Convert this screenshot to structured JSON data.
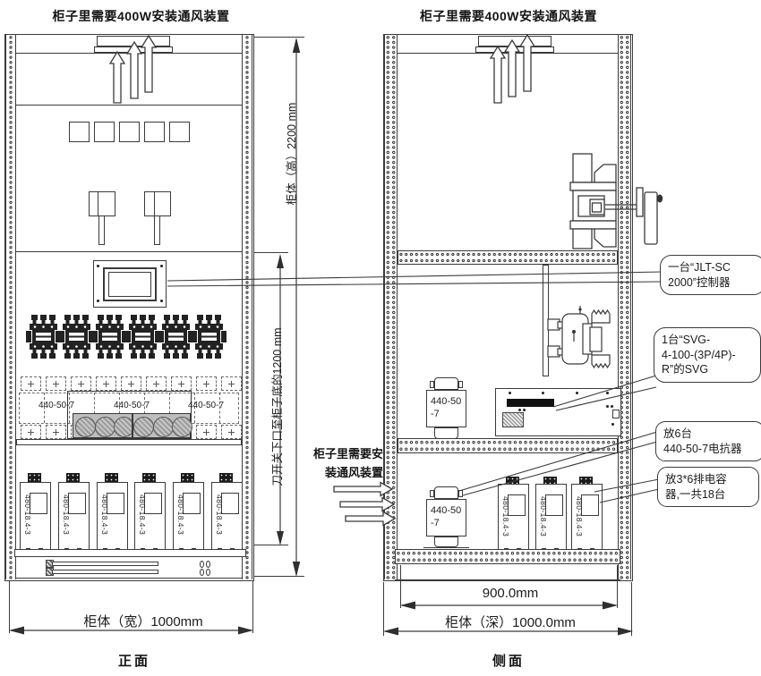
{
  "diagram": {
    "front": {
      "title": "柜子里需要400W安装通风装置",
      "view_label": "正面",
      "width_dim": "柜体（宽）1000mm",
      "height_dim": "柜体（高）2200 mm",
      "knife_switch_dim": "刀开关下口至柜子底的1200 mm",
      "reactor_row_label": "440-50-7",
      "capacitor_label": "480-18.4-3"
    },
    "side": {
      "title": "柜子里需要400W安装通风装置",
      "view_label": "侧面",
      "inner_depth_dim": "900.0mm",
      "depth_dim": "柜体（深）1000.0mm",
      "vent_note": "柜子里需要安\n装通风装置",
      "reactor_label": "440-50\n-7",
      "capacitor_label": "480-18.4-3"
    },
    "callouts": {
      "controller": "一台“JLT-SC\n2000”控制器",
      "svg_module": "1台“SVG-\n4-100-(3P/4P)-\nR”的SVG",
      "reactors": "放6台\n440-50-7电抗器",
      "capacitors": "放3*6排电容\n器,一共18台"
    }
  }
}
